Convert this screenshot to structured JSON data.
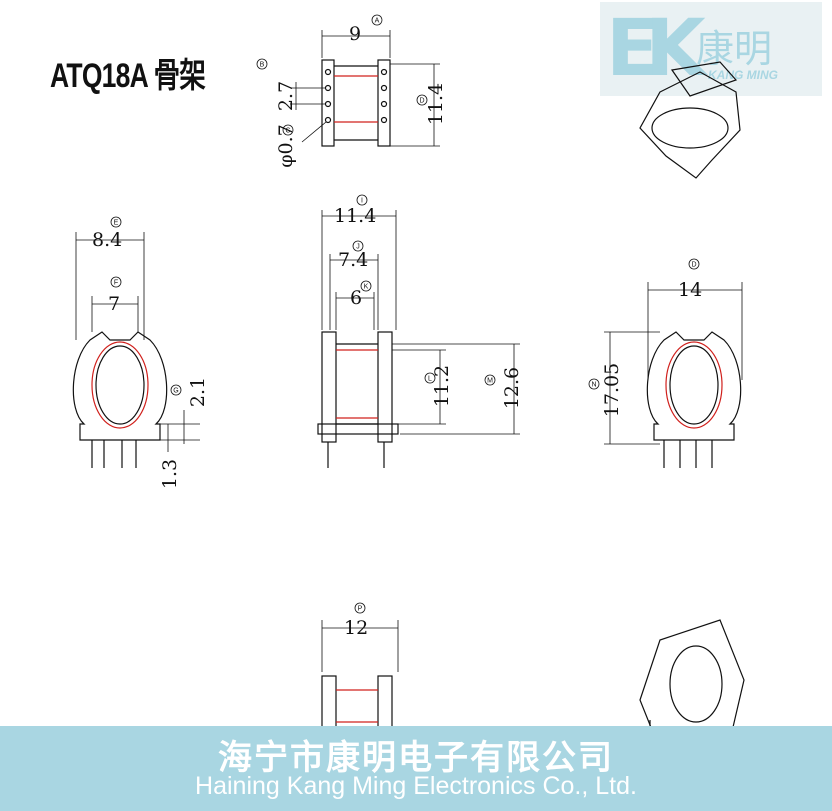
{
  "title": "ATQ18A 骨架",
  "logo": {
    "letters": "EK",
    "name_cn": "康明",
    "name_en": "KANG MING"
  },
  "dimensions": {
    "A": "9",
    "B": "2.7",
    "C": "φ0.7",
    "D": "11.4",
    "E": "8.4",
    "F": "7",
    "G": "2.1",
    "H": "1.3",
    "I": "11.4",
    "J": "7.4",
    "K": "6",
    "L": "11.2",
    "M": "12.6",
    "N": "17.05",
    "O": "14",
    "P": "12"
  },
  "circle_tags": {
    "A": "A",
    "B": "B",
    "C": "C",
    "D": "D",
    "E": "E",
    "F": "F",
    "G": "G",
    "I": "I",
    "J": "J",
    "K": "K",
    "L": "L",
    "M": "M",
    "N": "N",
    "O": "D",
    "P": "P"
  },
  "banner": {
    "company_cn": "海宁市康明电子有限公司",
    "company_en": "Haining Kang Ming Electronics Co., Ltd."
  },
  "colors": {
    "line": "#111111",
    "winding": "#d0201c",
    "banner": "#a9d6e2"
  }
}
